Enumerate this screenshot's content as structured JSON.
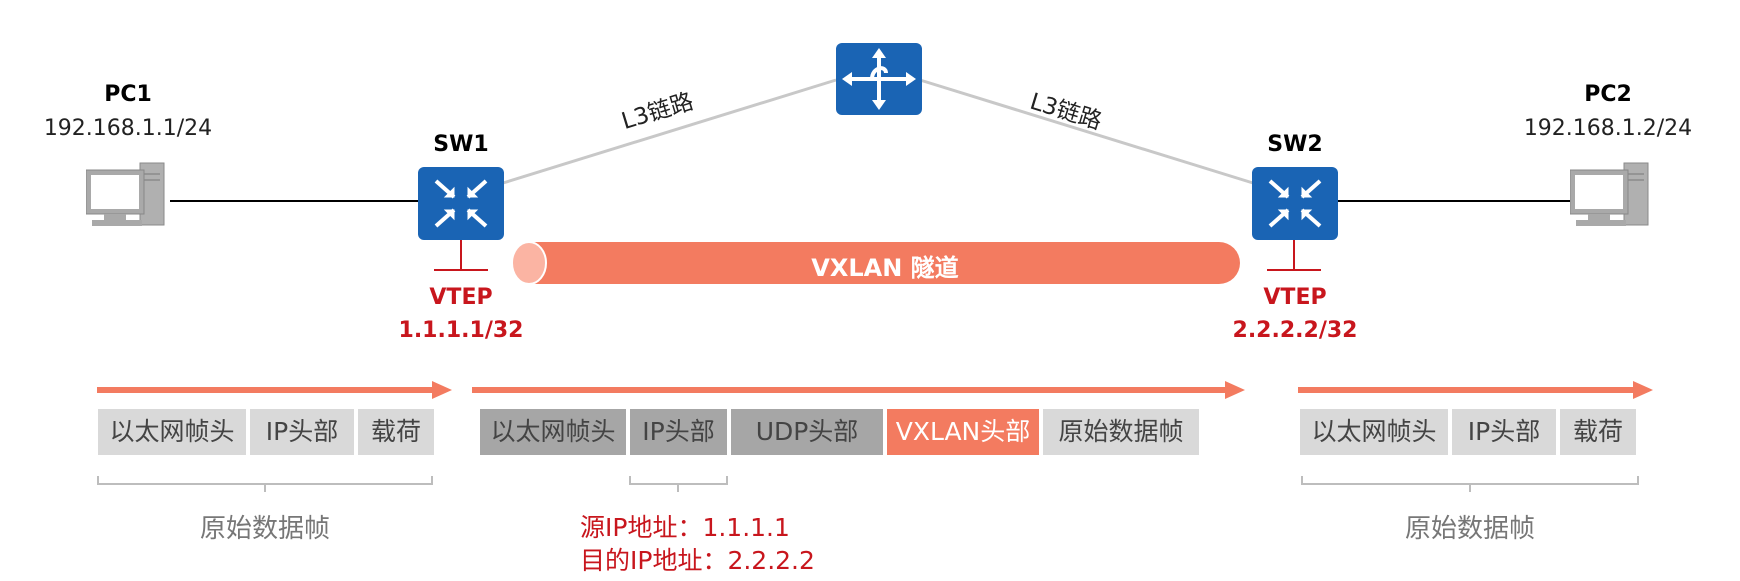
{
  "pc1": {
    "name": "PC1",
    "ip": "192.168.1.1/24"
  },
  "pc2": {
    "name": "PC2",
    "ip": "192.168.1.2/24"
  },
  "sw1": {
    "name": "SW1",
    "vtep": "VTEP",
    "vtep_ip": "1.1.1.1/32"
  },
  "sw2": {
    "name": "SW2",
    "vtep": "VTEP",
    "vtep_ip": "2.2.2.2/32"
  },
  "links": {
    "left": "L3链路",
    "right": "L3链路"
  },
  "tunnel": {
    "label": "VXLAN 隧道"
  },
  "frame_left": {
    "segments": [
      "以太网帧头",
      "IP头部",
      "载荷"
    ],
    "caption": "原始数据帧"
  },
  "frame_mid": {
    "segments": [
      "以太网帧头",
      "IP头部",
      "UDP头部",
      "VXLAN头部",
      "原始数据帧"
    ]
  },
  "frame_right": {
    "segments": [
      "以太网帧头",
      "IP头部",
      "载荷"
    ],
    "caption": "原始数据帧"
  },
  "outer_ip": {
    "src": "源IP地址：1.1.1.1",
    "dst": "目的IP地址：2.2.2.2"
  },
  "colors": {
    "switch_blue": "#1a64b4",
    "tunnel": "#f37b60",
    "arrow": "#f37b60",
    "vtep_red": "#c8161d"
  },
  "icons": [
    "computer-icon",
    "switch-icon",
    "router-icon"
  ]
}
